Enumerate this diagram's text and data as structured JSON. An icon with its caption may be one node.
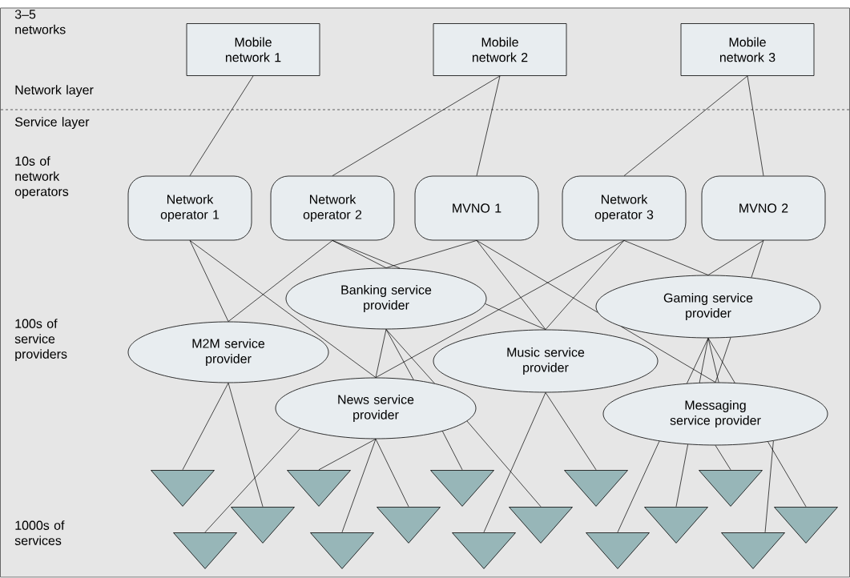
{
  "diagram": {
    "nodes": [
      {
        "text": [
          "Mobile network 1"
        ]
      },
      {
        "text": [
          "Mobile network 2"
        ]
      },
      {
        "text": [
          "Mobile network 3"
        ]
      },
      {
        "text": [
          "Network operator 1"
        ]
      },
      {
        "text": [
          "Network operator 2"
        ]
      },
      {
        "text": [
          "MVNO 1"
        ]
      },
      {
        "text": [
          "Network operator 3"
        ]
      },
      {
        "text": [
          "MVNO 2"
        ]
      },
      {
        "text": [
          "Banking service provider"
        ]
      },
      {
        "text": [
          "Gaming service provider"
        ]
      },
      {
        "text": [
          "M2M service provider"
        ]
      },
      {
        "text": [
          "Music service provider"
        ]
      },
      {
        "text": [
          "News service provider"
        ]
      },
      {
        "text": [
          "Messaging service provider"
        ]
      },
      {
        "text": [],
        "shape": "triangle"
      },
      {
        "text": [],
        "shape": "triangle"
      },
      {
        "text": [],
        "shape": "triangle"
      },
      {
        "text": [],
        "shape": "triangle"
      },
      {
        "text": [],
        "shape": "triangle"
      },
      {
        "text": [],
        "shape": "triangle"
      },
      {
        "text": [],
        "shape": "triangle"
      },
      {
        "text": [],
        "shape": "triangle"
      },
      {
        "text": [],
        "shape": "triangle"
      },
      {
        "text": [],
        "shape": "triangle"
      },
      {
        "text": [],
        "shape": "triangle"
      },
      {
        "text": [],
        "shape": "triangle"
      },
      {
        "text": [],
        "shape": "triangle"
      },
      {
        "text": [],
        "shape": "triangle"
      },
      {
        "text": [],
        "shape": "triangle"
      }
    ],
    "edges": [
      {
        "from": 0,
        "to": 3,
        "arrow": "none"
      },
      {
        "from": 1,
        "to": 4,
        "arrow": "none"
      },
      {
        "from": 1,
        "to": 5,
        "arrow": "none"
      },
      {
        "from": 2,
        "to": 6,
        "arrow": "none"
      },
      {
        "from": 2,
        "to": 7,
        "arrow": "none"
      },
      {
        "from": 3,
        "to": 10,
        "arrow": "none"
      },
      {
        "from": 3,
        "to": 12,
        "arrow": "none"
      },
      {
        "from": 4,
        "to": 10,
        "arrow": "none"
      },
      {
        "from": 4,
        "to": 8,
        "arrow": "none"
      },
      {
        "from": 4,
        "to": 8,
        "arrow": "none"
      },
      {
        "from": 8,
        "to": 11,
        "arrow": "none"
      },
      {
        "from": 5,
        "to": 8,
        "arrow": "none"
      },
      {
        "from": 5,
        "to": 11,
        "arrow": "none"
      },
      {
        "from": 5,
        "to": 9,
        "arrow": "none"
      },
      {
        "from": 9,
        "to": 13,
        "arrow": "none"
      },
      {
        "from": 6,
        "to": 12,
        "arrow": "none"
      },
      {
        "from": 6,
        "to": 11,
        "arrow": "none"
      },
      {
        "from": 6,
        "to": 9,
        "arrow": "none"
      },
      {
        "from": 7,
        "to": 9,
        "arrow": "none"
      },
      {
        "from": 7,
        "to": 9,
        "arrow": "none"
      },
      {
        "from": 9,
        "to": 13,
        "arrow": "none"
      },
      {
        "from": 8,
        "to": 12,
        "arrow": "none"
      },
      {
        "from": 8,
        "to": 12,
        "arrow": "none"
      },
      {
        "from": 12,
        "to": 20,
        "arrow": "none"
      },
      {
        "from": 8,
        "to": 12,
        "arrow": "none"
      },
      {
        "from": 12,
        "to": 22,
        "arrow": "none"
      },
      {
        "from": 9,
        "to": 13,
        "arrow": "none"
      },
      {
        "from": 9,
        "to": 13,
        "arrow": "none"
      },
      {
        "from": 9,
        "to": 13,
        "arrow": "none"
      },
      {
        "from": 9,
        "to": 13,
        "arrow": "none"
      },
      {
        "from": 13,
        "to": 24,
        "arrow": "none"
      },
      {
        "from": 13,
        "to": 25,
        "arrow": "none"
      },
      {
        "from": 13,
        "to": 27,
        "arrow": "none"
      },
      {
        "from": 13,
        "to": 28,
        "arrow": "none"
      },
      {
        "from": 10,
        "to": 14,
        "arrow": "none"
      },
      {
        "from": 10,
        "to": 16,
        "arrow": "none"
      },
      {
        "from": 11,
        "to": 21,
        "arrow": "none"
      },
      {
        "from": 11,
        "to": 23,
        "arrow": "none"
      },
      {
        "from": 12,
        "to": 15,
        "arrow": "none"
      },
      {
        "from": 12,
        "to": 17,
        "arrow": "none"
      },
      {
        "from": 12,
        "to": 18,
        "arrow": "none"
      },
      {
        "from": 12,
        "to": 19,
        "arrow": "none"
      },
      {
        "from": 13,
        "to": 26,
        "arrow": "none"
      }
    ],
    "labels": [
      "3–5 networks",
      "Network layer",
      "Service layer",
      "10s of network operators",
      "100s of service providers",
      "1000s of services"
    ]
  }
}
